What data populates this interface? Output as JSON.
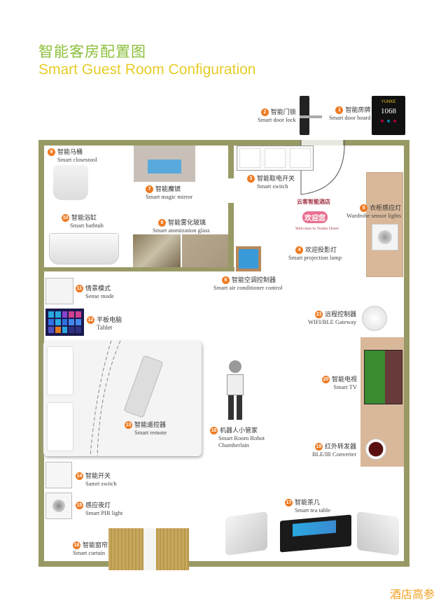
{
  "header": {
    "title_cn": "智能客房配置图",
    "title_en": "Smart Guest Room Configuration"
  },
  "footer": {
    "watermark": "酒店高参"
  },
  "colors": {
    "wall": "#999966",
    "title_cn": "#8bbf3a",
    "title_en": "#e6cc2a",
    "badge": "#ee7a22",
    "wardrobe": "#d9b89a",
    "watermark": "#f0a020"
  },
  "devices": [
    {
      "num": "1",
      "cn": "智能房牌",
      "en": "Smart door board",
      "screen_text": "1068",
      "brand": "YUNKE"
    },
    {
      "num": "2",
      "cn": "智能门锁",
      "en": "Smart door lock"
    },
    {
      "num": "3",
      "cn": "智能取电开关",
      "en": "Smart switch"
    },
    {
      "num": "4",
      "cn": "欢迎投影灯",
      "en": "Smart projection lamp",
      "projection_cn": "云客智能酒店",
      "projection_main": "欢迎您",
      "projection_en": "Welcome to Yunke Hotel"
    },
    {
      "num": "5",
      "cn": "衣柜感应灯",
      "en": "Wardrobe sensor lights"
    },
    {
      "num": "6",
      "cn": "智能空调控制器",
      "en": "Smart air conditioner control"
    },
    {
      "num": "7",
      "cn": "智能魔镜",
      "en": "Smart magic mirror"
    },
    {
      "num": "8",
      "cn": "智能雾化玻璃",
      "en": "Smart atomization glass"
    },
    {
      "num": "9",
      "cn": "智能马桶",
      "en": "Smart closestool"
    },
    {
      "num": "10",
      "cn": "智能浴缸",
      "en": "Smart bathtub"
    },
    {
      "num": "11",
      "cn": "情景模式",
      "en": "Sense mode"
    },
    {
      "num": "12",
      "cn": "平板电脑",
      "en": "Tablet"
    },
    {
      "num": "13",
      "cn": "智能遥控器",
      "en": "Smart remote"
    },
    {
      "num": "14",
      "cn": "智能开关",
      "en": "Samrt switch"
    },
    {
      "num": "15",
      "cn": "感应夜灯",
      "en": "Smart PIR light"
    },
    {
      "num": "16",
      "cn": "智能窗帘",
      "en": "Smart curtain"
    },
    {
      "num": "17",
      "cn": "智能茶几",
      "en": "Smart tea table"
    },
    {
      "num": "18",
      "cn": "机器人小管家",
      "en": "Smart Room Robot",
      "en2": "Chamberlain"
    },
    {
      "num": "19",
      "cn": "红外转发器",
      "en": "BLE/IR Converter"
    },
    {
      "num": "20",
      "cn": "智能电视",
      "en": "Smart TV"
    },
    {
      "num": "21",
      "cn": "远程控制器",
      "en": "WIFI/BLE Gateway"
    }
  ]
}
